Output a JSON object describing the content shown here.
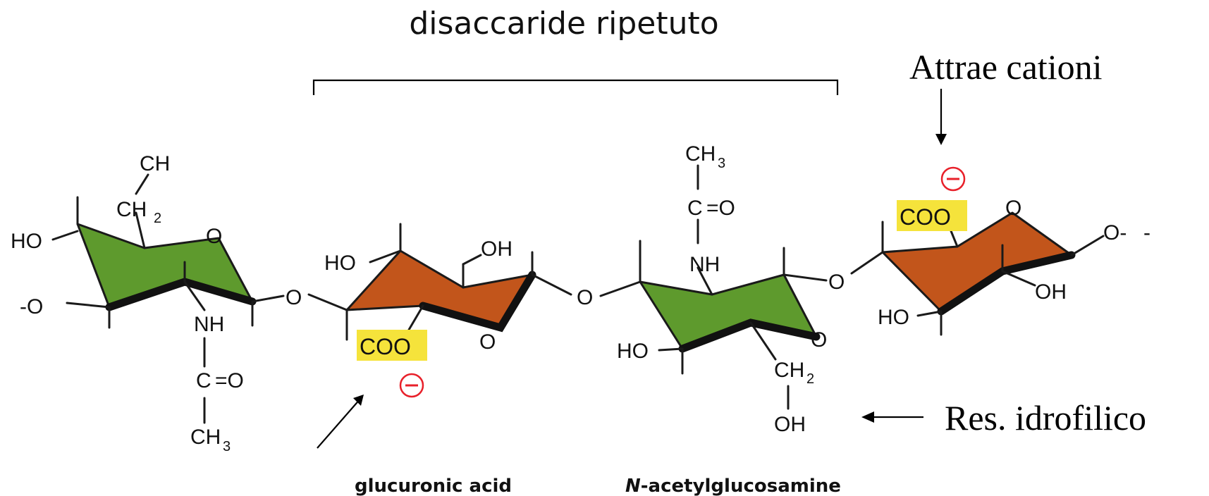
{
  "title": "disaccaride ripetuto",
  "annotations": {
    "cations": "Attrae cationi",
    "hydrophilic": "Res. idrofilico"
  },
  "residue_names": {
    "glucuronic": "glucuronic acid",
    "n_prefix": "N",
    "n_rest": "-acetylglucosamine"
  },
  "chem": {
    "ch": "CH",
    "ch2": "CH",
    "sub2": "2",
    "ch3": "CH",
    "sub3": "3",
    "ho": "HO",
    "oh": "OH",
    "o": "O",
    "nh": "NH",
    "c_eq_o": "C",
    "eq_o": "=O",
    "coo": "COO",
    "o_link_left": "-O",
    "o_link_right": "O-",
    "dash_left": "-",
    "dash_right": "-"
  },
  "colors": {
    "green_ring": "#5e9a2d",
    "orange_ring": "#c2551b",
    "highlight": "#f5e33b",
    "charge": "#e8202a"
  }
}
